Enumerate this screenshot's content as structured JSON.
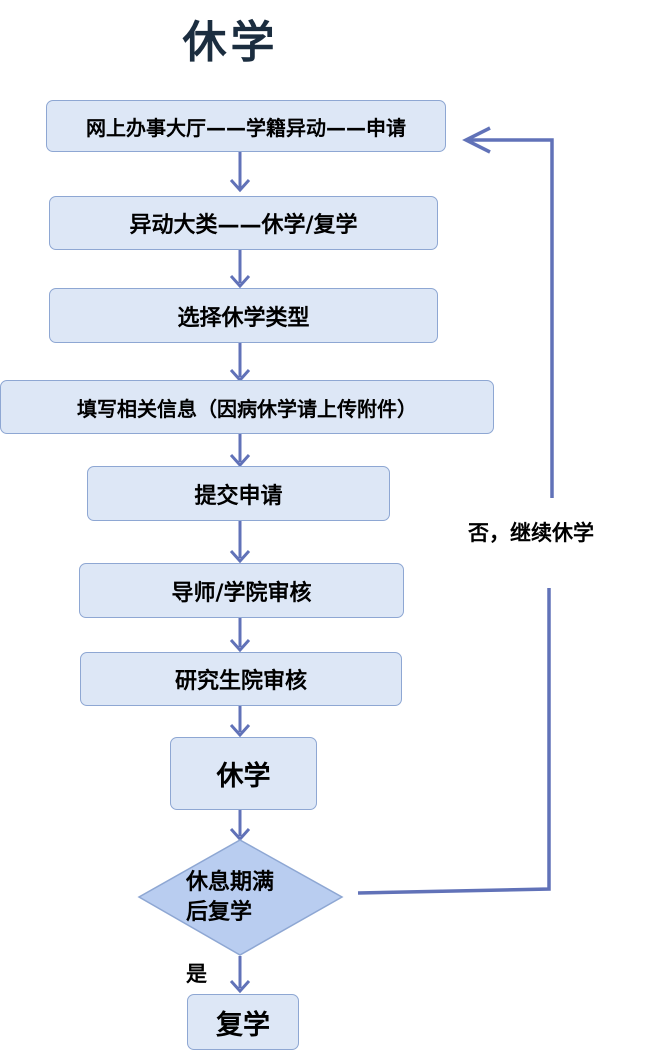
{
  "title": "休学",
  "steps": {
    "step1": "网上办事大厅——学籍异动——申请",
    "step2": "异动大类——休学/复学",
    "step3": "选择休学类型",
    "step4": "填写相关信息（因病休学请上传附件）",
    "step5": "提交申请",
    "step6": "导师/学院审核",
    "step7": "研究生院审核",
    "step8": "休学",
    "decision_line1": "休息期满",
    "decision_line2": "后复学",
    "final": "复学"
  },
  "edge_labels": {
    "yes": "是",
    "no": "否，继续休学"
  },
  "colors": {
    "box_fill": "#dde7f6",
    "box_border": "#8ea7d3",
    "arrow": "#6172b8",
    "diamond_fill": "#b9cdf0",
    "title": "#1b2d3f"
  }
}
